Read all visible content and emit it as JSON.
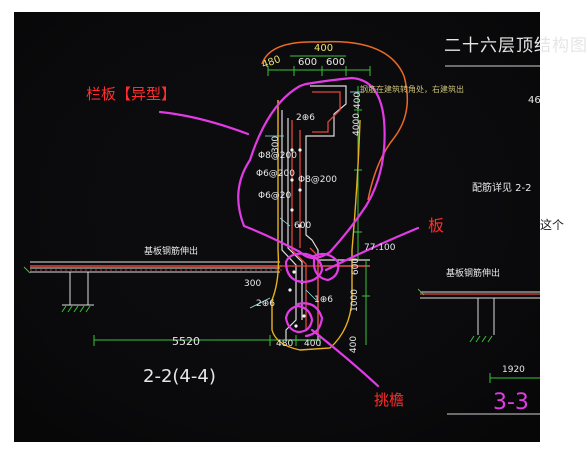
{
  "title": "二十六层顶结构图",
  "section_label": "2-2(4-4)",
  "section_label_2": "3-3",
  "annotations": {
    "railing": "栏板【异型】",
    "slab": "板",
    "eave": "挑檐"
  },
  "side_text": "这个",
  "cad_dims": {
    "d400_top": "400",
    "d480_top": "480",
    "d600_top": "600",
    "d600_top2": "600",
    "d600_mid": "600",
    "d300_left": "300",
    "d300_low": "300",
    "d246_a": "2⊕6",
    "d246_b": "2⊕6",
    "d196": "1⊕6",
    "d5520": "5520",
    "d480_bot": "480",
    "d400_bot": "400",
    "d400_right": "400",
    "d1000": "1000",
    "d1920": "1920",
    "d77100": "77.100",
    "d8_200": "Φ8@200",
    "d6_200": "Φ6@20",
    "d8_200b": "Φ8@200",
    "d6_200b": "Φ6@200",
    "d600_v": "600",
    "d400_v": "400",
    "d4000": "4000",
    "note_a": "基板钢筋伸出",
    "note_b": "基板钢筋伸出",
    "note_top": "钢筋在建筑转角处，右建筑出",
    "note_right": "配筋详见 2-2",
    "note_r46": "46"
  },
  "colors": {
    "annotation": "#ff2d2d",
    "highlight": "#e23be6",
    "cad_background": "#0b0b0d"
  }
}
